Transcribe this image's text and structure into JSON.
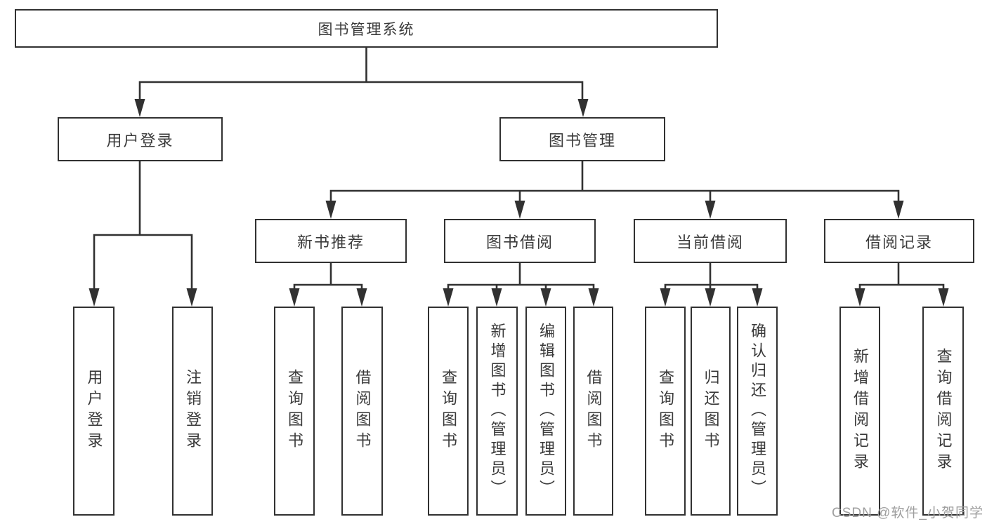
{
  "title": "图书管理系统",
  "nodes": {
    "user_login": "用户登录",
    "book_management": "图书管理",
    "new_book_recommend": "新书推荐",
    "book_borrowing": "图书借阅",
    "current_borrowing": "当前借阅",
    "borrowing_records": "借阅记录"
  },
  "leaves": {
    "user_login": "用户登录",
    "logout": "注销登录",
    "newbook_query_books": "查询图书",
    "newbook_borrow_books": "借阅图书",
    "borrow_query_books": "查询图书",
    "borrow_add_books_admin": "新增图书（管理员）",
    "borrow_edit_books_admin": "编辑图书（管理员）",
    "borrow_borrow_books": "借阅图书",
    "current_query_books": "查询图书",
    "current_return_books": "归还图书",
    "current_confirm_return_admin": "确认归还（管理员）",
    "records_add_record": "新增借阅记录",
    "records_query_record": "查询借阅记录"
  },
  "watermark": "CSDN @软件_小贺同学",
  "colors": {
    "line": "#313131",
    "text": "#3a3a3a",
    "background": "#ffffff",
    "watermark": "#9e9e9e"
  }
}
